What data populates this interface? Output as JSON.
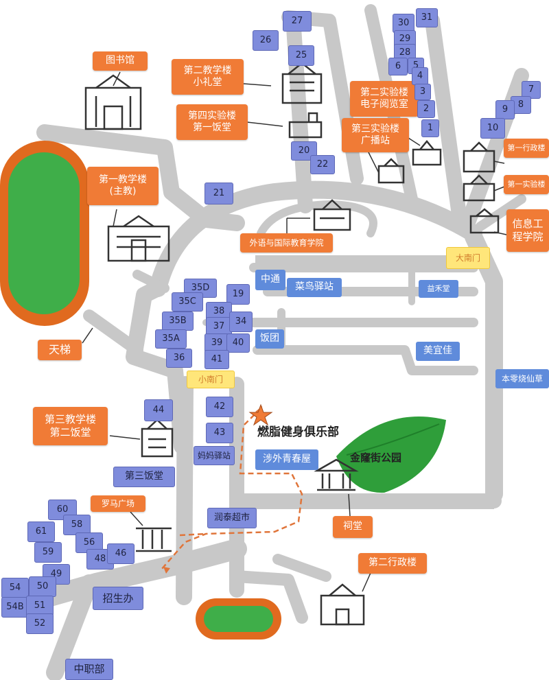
{
  "colors": {
    "road": "#c8c8c8",
    "accent": "#f07b36",
    "building_label": "#7f8cdc",
    "gate_label": "#ffe67a",
    "track": "#e06a1f",
    "field": "#3fae49",
    "park": "#2f9e3a",
    "route": "#e0753a"
  },
  "buildings": {
    "b27": "27",
    "b26": "26",
    "b25": "25",
    "b30": "30",
    "b31": "31",
    "b29": "29",
    "b28": "28",
    "b6": "6",
    "b5": "5",
    "b4": "4",
    "b3": "3",
    "b2": "2",
    "b1": "1",
    "b7": "7",
    "b8": "8",
    "b9": "9",
    "b10": "10",
    "b20": "20",
    "b22": "22",
    "b21": "21",
    "b35D": "35D",
    "b35C": "35C",
    "b35B": "35B",
    "b35A": "35A",
    "b36": "36",
    "b19": "19",
    "b38": "38",
    "b37": "37",
    "b34": "34",
    "b39": "39",
    "b40": "40",
    "b41": "41",
    "b44": "44",
    "b42": "42",
    "b43": "43",
    "b60": "60",
    "b58": "58",
    "b61": "61",
    "b56": "56",
    "b59": "59",
    "b48": "48",
    "b46": "46",
    "b49": "49",
    "b54": "54",
    "b50": "50",
    "b54B": "54B",
    "b51": "51",
    "b52": "52"
  },
  "labels": {
    "library": "图书馆",
    "teach2": "第二教学楼\n小礼堂",
    "lab4": "第四实验楼\n第一饭堂",
    "lab2": "第二实验楼\n电子阅览室",
    "lab3": "第三实验楼\n广播站",
    "teach1": "第一教学楼\n(主教)",
    "admin1": "第一行政楼",
    "lab1": "第一实验楼",
    "info": "信息工\n程学院",
    "foreign": "外语与国际教育学院",
    "stairs": "天梯",
    "teach3": "第三教学楼\n第二饭堂",
    "canteen3": "第三饭堂",
    "roma": "罗马广场",
    "admin2": "第二行政楼",
    "temple": "祠堂"
  },
  "places": {
    "zhongtong": "中通",
    "cainiao": "菜鸟驿站",
    "yihe": "益禾堂",
    "fantuan": "饭团",
    "meiyijia": "美宜佳",
    "benling": "本零烧仙草",
    "mama": "妈妈驿站",
    "shewai": "涉外青春屋",
    "runtai": "润泰超市",
    "zhaosheng": "招生办",
    "zhongzhi": "中职部"
  },
  "gates": {
    "big": "大南门",
    "small": "小南门"
  },
  "map_text": {
    "gym": "燃脂健身俱乐部",
    "park": "金窿街公园"
  }
}
